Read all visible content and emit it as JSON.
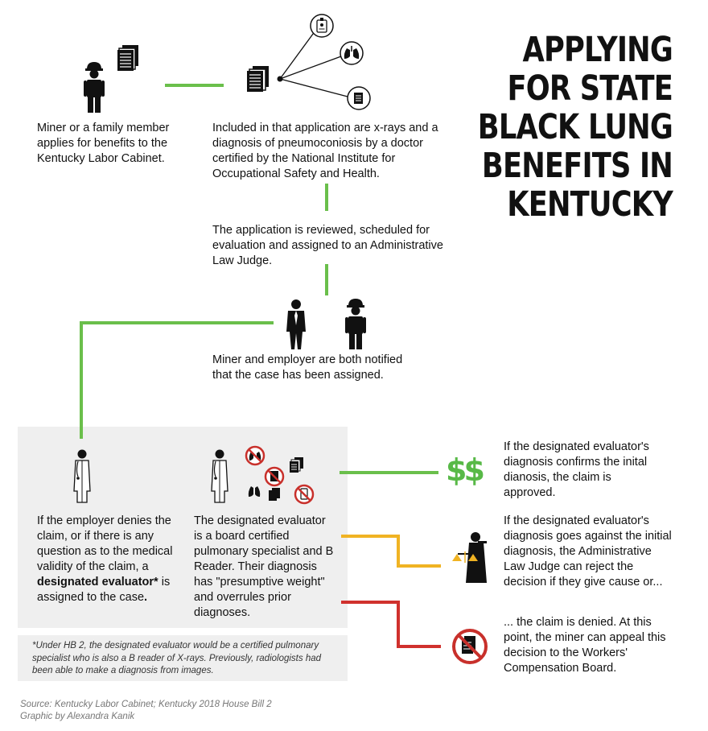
{
  "title": {
    "line1": "APPLYING",
    "line2": "FOR STATE",
    "line3": "BLACK LUNG",
    "line4": "BENEFITS IN",
    "line5": "KENTUCKY"
  },
  "steps": {
    "miner_applies": "Miner or a family member applies for benefits to the Kentucky Labor Cabinet.",
    "application_contents": "Included in that application are x-rays and a diagnosis of pneumoconiosis by a doctor certified by the National Institute for Occupational Safety and Health.",
    "review": "The application is reviewed, scheduled for evaluation and assigned to an Administrative Law Judge.",
    "notified": "Miner and employer are both notified that the case has been assigned.",
    "employer_denies_part1": "If the employer denies the claim, or if there is any question as to the medical validity of the claim, a",
    "employer_denies_bold": "designated evaluator*",
    "employer_denies_part2": "is assigned to the case",
    "employer_denies_end": ".",
    "evaluator": "The designated evaluator is a board certified pulmonary specialist and B Reader. Their diagnosis has \"presumptive weight\" and overrules prior diagnoses."
  },
  "outcomes": {
    "approved": "If the designated evaluator's diagnosis confirms the inital dianosis, the claim is approved.",
    "dollar_sign": "$$",
    "judge": "If the designated evaluator's diagnosis goes against the initial diagnosis, the Administrative Law Judge can reject the decision if they give cause or...",
    "denied": "... the claim is denied. At this point, the miner can appeal this decision to the Workers' Compensation Board."
  },
  "footnote": "*Under HB 2, the designated evaluator would be a certified pulmonary specialist who is also a B reader of X-rays. Previously, radiologists had been able to make a diagnosis from images.",
  "source": {
    "line1": "Source: Kentucky Labor Cabinet; Kentucky 2018 House Bill 2",
    "line2": "Graphic by Alexandra Kanik"
  },
  "colors": {
    "green": "#6abf4b",
    "yellow": "#f0b323",
    "red": "#d0312d",
    "deny_red": "#c8302b",
    "panel_gray": "#efefef"
  },
  "icons": [
    "miner-icon",
    "documents-icon",
    "id-badge-icon",
    "lungs-icon",
    "document-icon",
    "businessman-icon",
    "doctor-icon",
    "no-lungs-icon",
    "no-document-icon",
    "no-badge-icon",
    "judge-icon",
    "dollar-icon",
    "denied-document-icon"
  ]
}
